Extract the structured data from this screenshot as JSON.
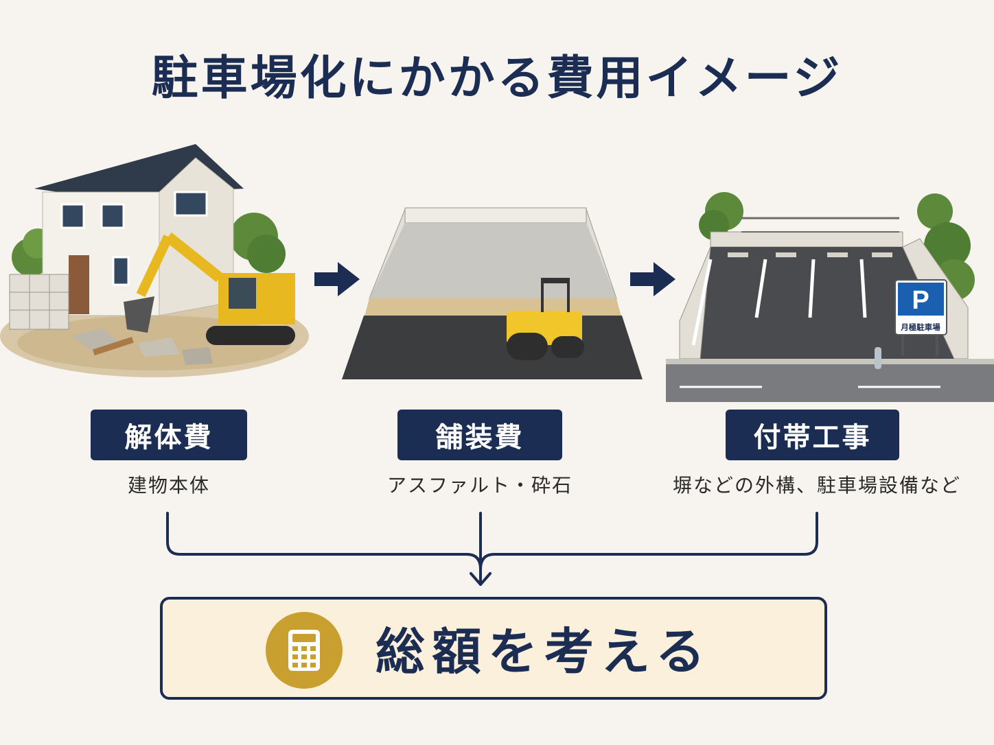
{
  "title": "駐車場化にかかる費用イメージ",
  "steps": [
    {
      "label": "解体費",
      "sub": "建物本体"
    },
    {
      "label": "舗装費",
      "sub": "アスファルト・砕石"
    },
    {
      "label": "付帯工事",
      "sub": "塀などの外構、駐車場設備など"
    }
  ],
  "parking_sign": {
    "letter": "P",
    "text": "月極駐車場"
  },
  "total": {
    "label": "総額を考える"
  },
  "icons": [
    "house-demolition-illustration",
    "paving-roller-illustration",
    "parking-lot-illustration",
    "arrow-right-icon",
    "calculator-icon"
  ],
  "colors": {
    "navy": "#1b2d52",
    "gold": "#c9a030",
    "cream": "#fbf0dc",
    "background": "#f7f3ee"
  }
}
